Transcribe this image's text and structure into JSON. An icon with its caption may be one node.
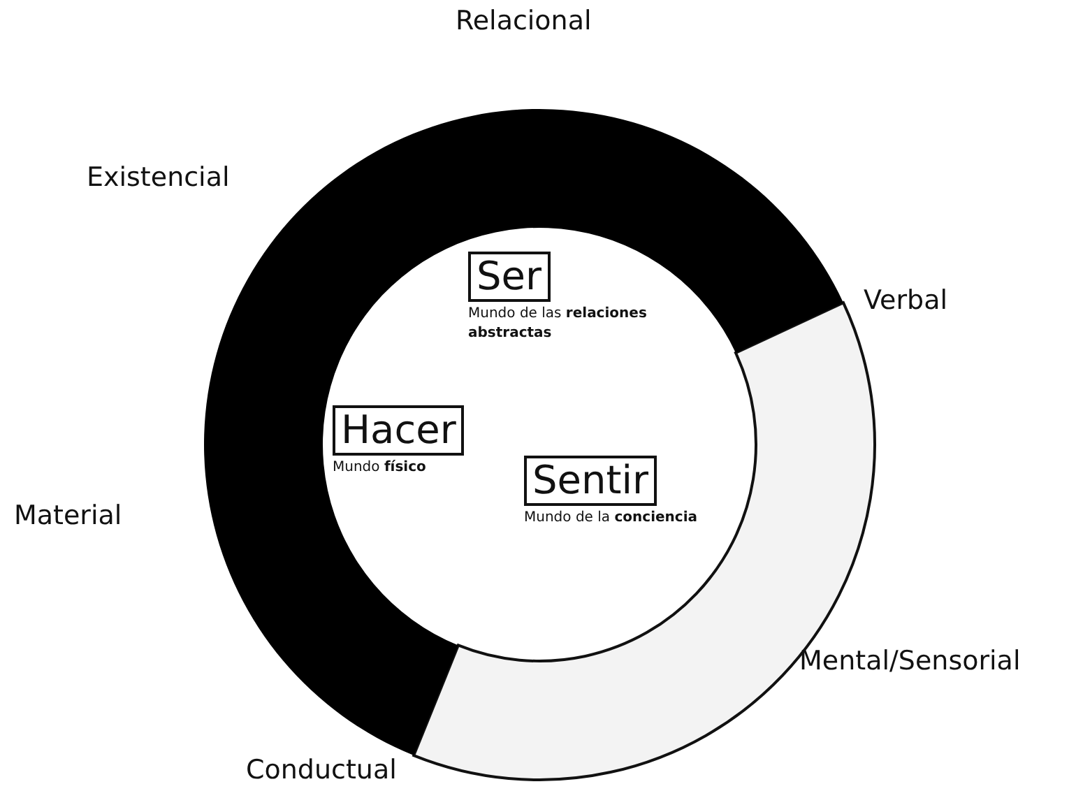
{
  "diagram": {
    "nodes": [
      {
        "text": [
          "Ser"
        ],
        "beside": [
          "Mundo de las **relaciones abstractas**"
        ]
      },
      {
        "text": [
          "Hacer"
        ],
        "beside": [
          "Mundo **físico**"
        ]
      },
      {
        "text": [
          "Sentir"
        ],
        "beside": [
          "Mundo de la **conciencia**"
        ]
      }
    ],
    "edges": [],
    "labels": [
      "Relacional",
      "Existencial",
      "Verbal",
      "Material",
      "Mental/Sensorial",
      "Conductual"
    ]
  }
}
